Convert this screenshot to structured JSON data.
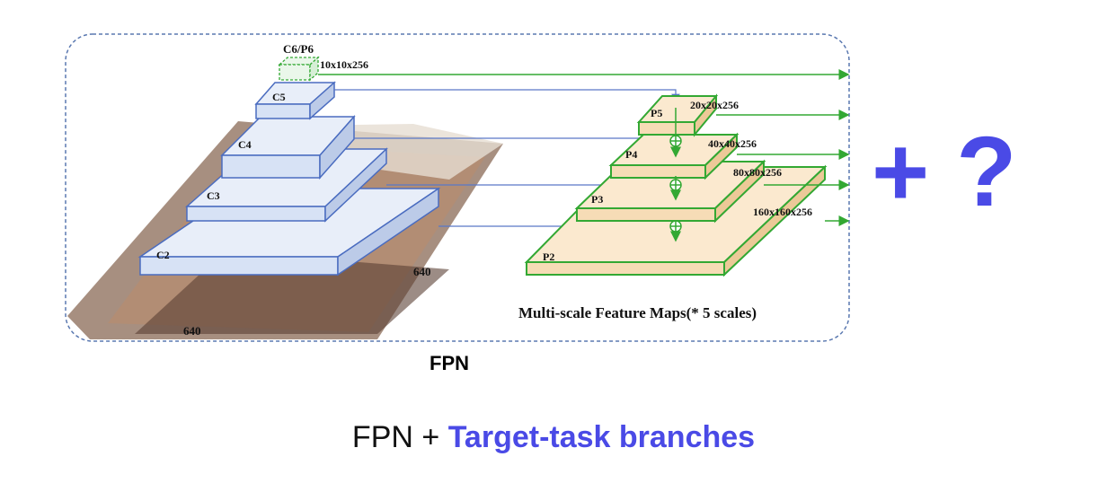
{
  "colors": {
    "accent": "#4a4ae6",
    "backbone_fill": "#dce6f6",
    "backbone_stroke": "#4a6cc0",
    "feature_fill": "#fbe9cf",
    "feature_stroke": "#33a833",
    "border": "#5a78b0"
  },
  "backbone": {
    "c6p6": "C6/P6",
    "c6p6_dim": "10x10x256",
    "c5": "C5",
    "c4": "C4",
    "c3": "C3",
    "c2": "C2",
    "width_label": "640",
    "height_label": "640"
  },
  "pyramid": {
    "p5": "P5",
    "p5_dim": "20x20x256",
    "p4": "P4",
    "p4_dim": "40x40x256",
    "p3": "P3",
    "p3_dim": "80x80x256",
    "p2": "P2",
    "p2_dim": "160x160x256",
    "caption": "Multi-scale Feature Maps(* 5 scales)"
  },
  "fpn_label": "FPN",
  "addon": {
    "plus": "+",
    "question": "?"
  },
  "subtitle": {
    "plain": "FPN +",
    "accent": "Target-task branches"
  }
}
